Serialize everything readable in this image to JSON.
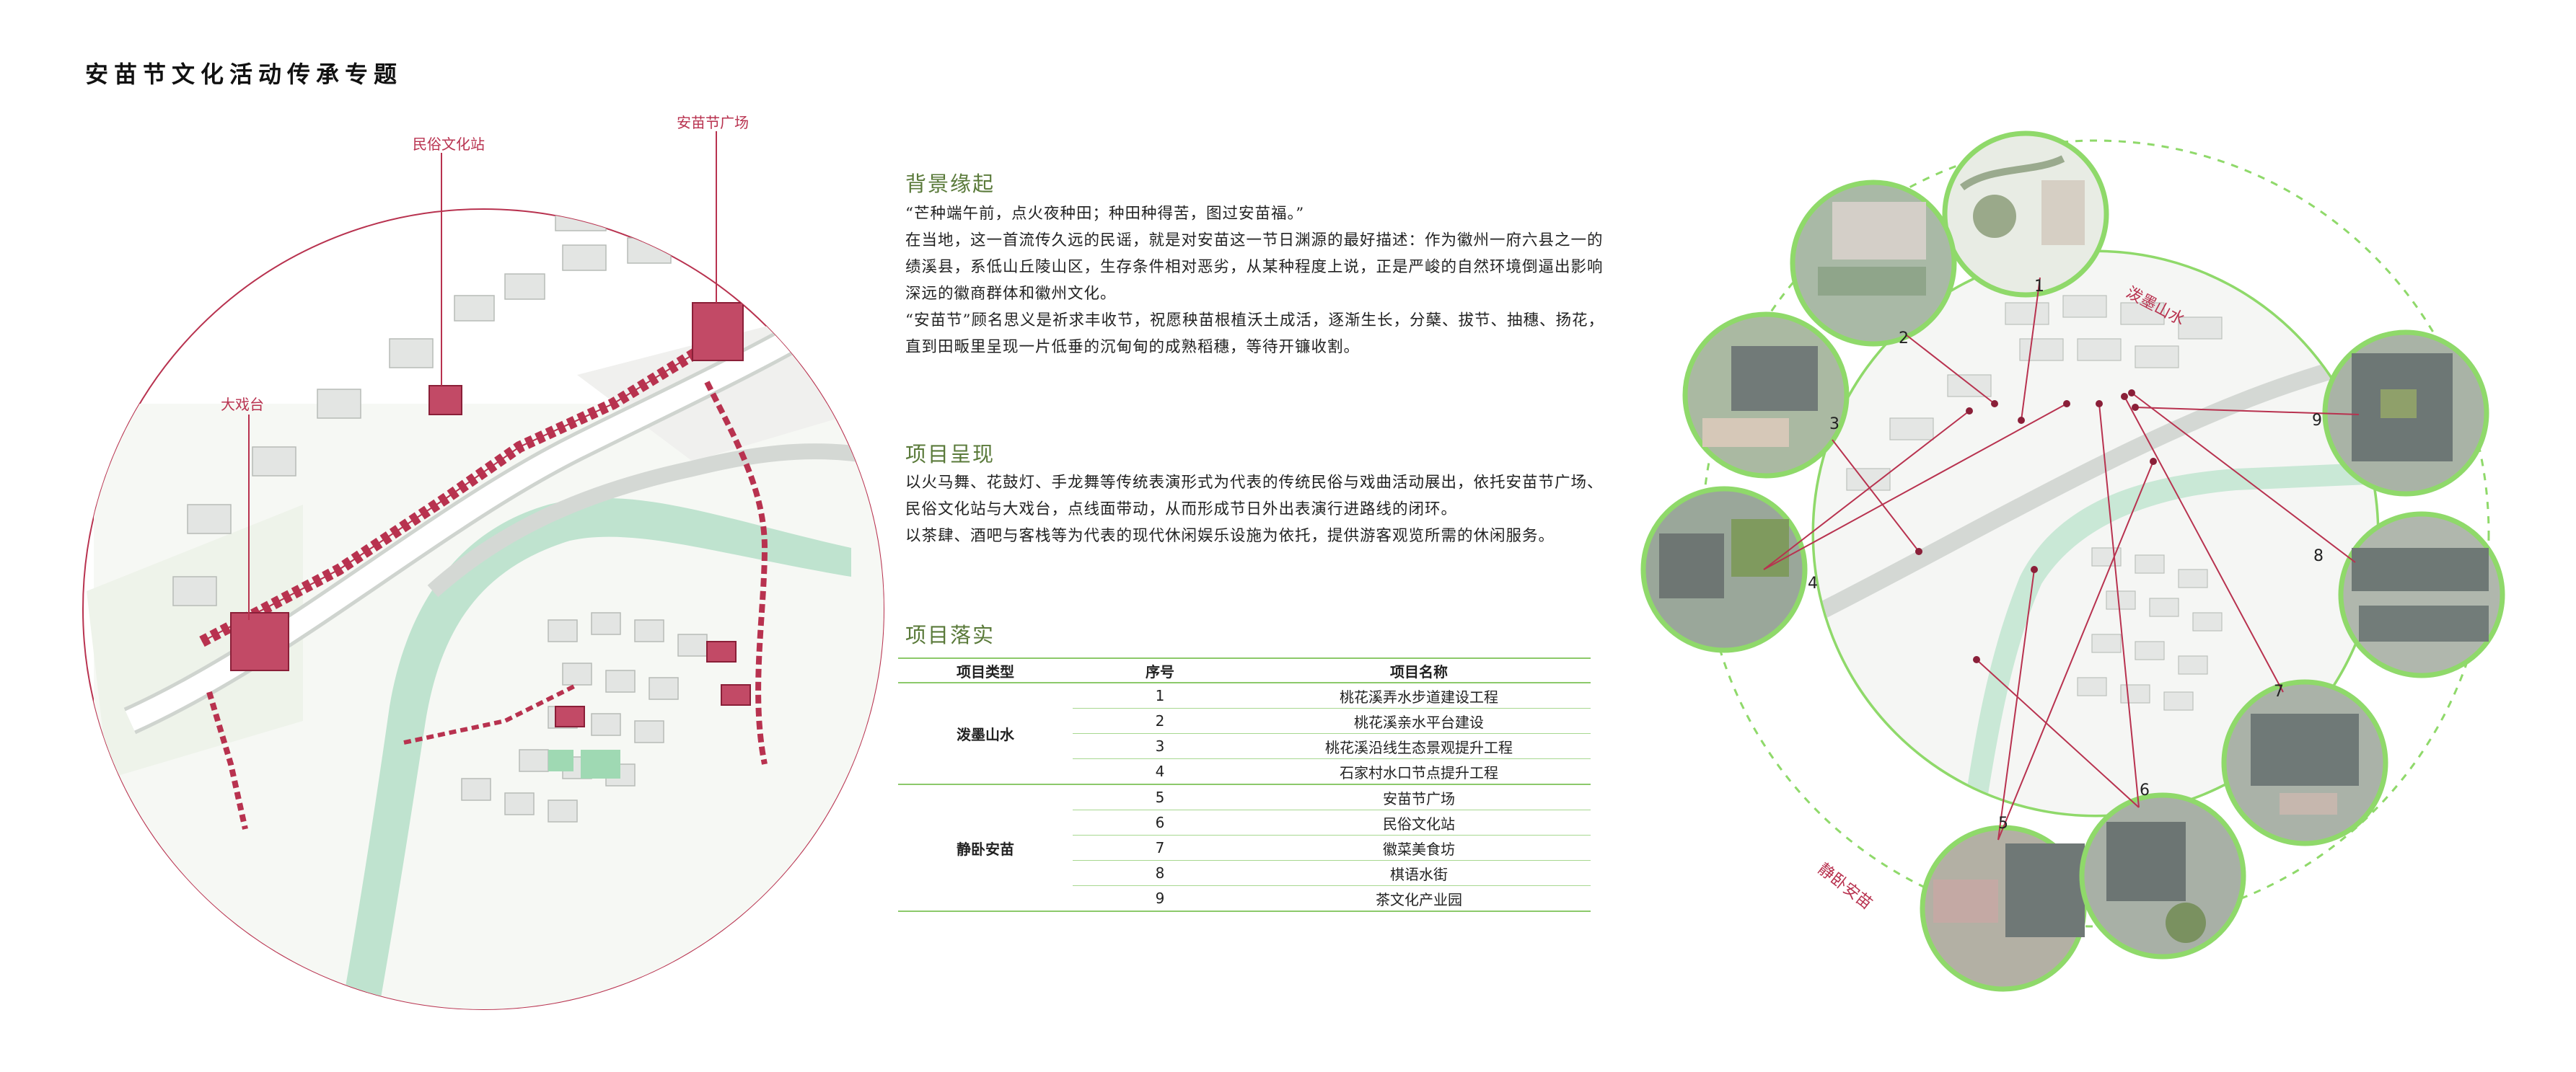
{
  "title": "安苗节文化活动传承专题",
  "left_map": {
    "callouts": {
      "theatre": "大戏台",
      "folk_station": "民俗文化站",
      "festival_square": "安苗节广场"
    }
  },
  "sections": {
    "background": {
      "title": "背景缘起",
      "paragraphs": [
        "“芒种端午前，点火夜种田；种田种得苦，图过安苗福。”",
        "在当地，这一首流传久远的民谣，就是对安苗这一节日渊源的最好描述：作为徽州一府六县之一的绩溪县，系低山丘陵山区，生存条件相对恶劣，从某种程度上说，正是严峻的自然环境倒逼出影响深远的徽商群体和徽州文化。",
        "“安苗节”顾名思义是祈求丰收节，祝愿秧苗根植沃土成活，逐渐生长，分蘖、拔节、抽穗、扬花，直到田畈里呈现一片低垂的沉甸甸的成熟稻穗，等待开镰收割。"
      ]
    },
    "presentation": {
      "title": "项目呈现",
      "paragraphs": [
        "以火马舞、花鼓灯、手龙舞等传统表演形式为代表的传统民俗与戏曲活动展出，依托安苗节广场、民俗文化站与大戏台，点线面带动，从而形成节日外出表演行进路线的闭环。",
        "以茶肆、酒吧与客栈等为代表的现代休闲娱乐设施为依托，提供游客观览所需的休闲服务。"
      ]
    },
    "implementation": {
      "title": "项目落实",
      "table": {
        "headers": [
          "项目类型",
          "序号",
          "项目名称"
        ],
        "groups": [
          {
            "type": "泼墨山水",
            "rows": [
              {
                "no": "1",
                "name": "桃花溪弄水步道建设工程"
              },
              {
                "no": "2",
                "name": "桃花溪亲水平台建设"
              },
              {
                "no": "3",
                "name": "桃花溪沿线生态景观提升工程"
              },
              {
                "no": "4",
                "name": "石家村水口节点提升工程"
              }
            ]
          },
          {
            "type": "静卧安苗",
            "rows": [
              {
                "no": "5",
                "name": "安苗节广场"
              },
              {
                "no": "6",
                "name": "民俗文化站"
              },
              {
                "no": "7",
                "name": "徽菜美食坊"
              },
              {
                "no": "8",
                "name": "棋语水街"
              },
              {
                "no": "9",
                "name": "茶文化产业园"
              }
            ]
          }
        ]
      }
    }
  },
  "right_map": {
    "ring_labels": {
      "upper": "泼墨山水",
      "lower": "静卧安苗"
    },
    "numbers": [
      "1",
      "2",
      "3",
      "4",
      "5",
      "6",
      "7",
      "8",
      "9"
    ]
  },
  "colors": {
    "accent_red": "#b8324f",
    "ring_green": "#8fd96a",
    "title_green": "#5a7a3a",
    "water": "#bfe3cf"
  }
}
